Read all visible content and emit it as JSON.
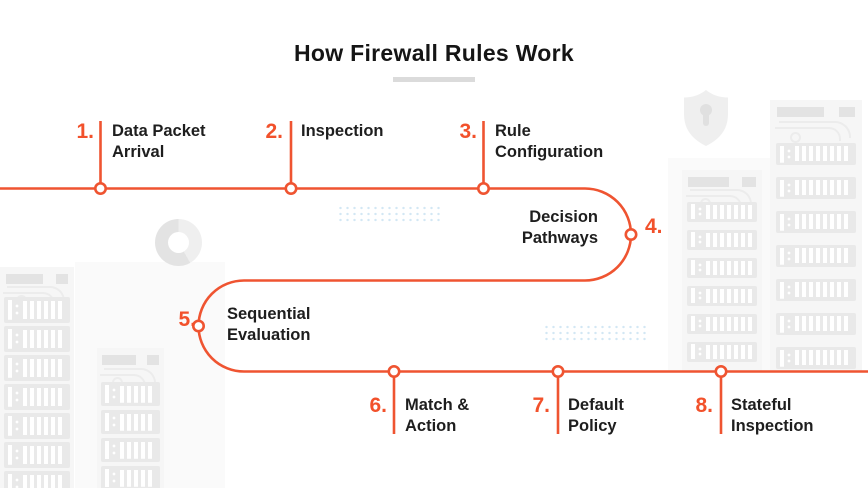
{
  "title": "How Firewall Rules Work",
  "steps": [
    {
      "number": "1.",
      "label": "Data Packet Arrival"
    },
    {
      "number": "2.",
      "label": "Inspection"
    },
    {
      "number": "3.",
      "label": "Rule Configuration"
    },
    {
      "number": "4.",
      "label": "Decision Pathways"
    },
    {
      "number": "5.",
      "label": "Sequential Evaluation"
    },
    {
      "number": "6.",
      "label": "Match & Action"
    },
    {
      "number": "7.",
      "label": "Default Policy"
    },
    {
      "number": "8.",
      "label": "Stateful Inspection"
    }
  ],
  "colors": {
    "accent": "#EF5431",
    "number": "#F2512B",
    "text": "#1E1E1E",
    "title": "#151515",
    "underline": "#DBDBDB",
    "dots": "#D3E7F4"
  },
  "decorations": {
    "shield_icon": "shield-with-keyhole",
    "donut_icon": "two-tone-ring",
    "dot_grid_count": 2,
    "server_rack_tower_count": 4
  }
}
